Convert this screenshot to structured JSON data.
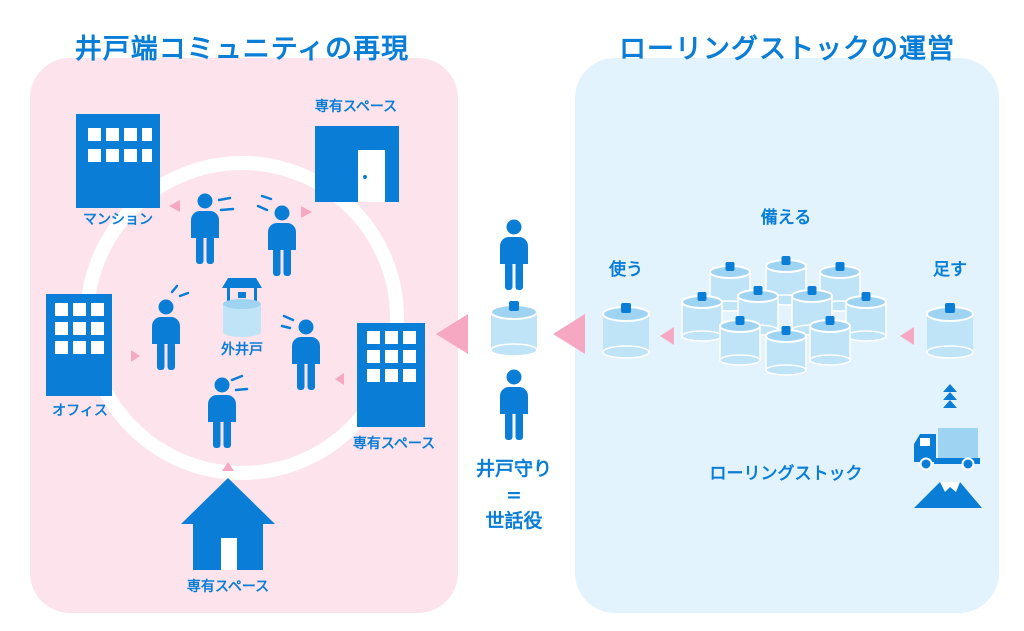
{
  "left_panel": {
    "title": "井戸端コミュニティの再現",
    "labels": {
      "mansion": "マンション",
      "private_space_top": "専有スペース",
      "office": "オフィス",
      "well": "外井戸",
      "private_space_right": "専有スペース",
      "private_space_bottom": "専有スペース"
    }
  },
  "middle": {
    "caretaker_line1": "井戸守り",
    "equals": "=",
    "caretaker_line2": "世話役"
  },
  "right_panel": {
    "title": "ローリングストックの運営",
    "labels": {
      "prepare": "備える",
      "use": "使う",
      "add": "足す",
      "rolling_stock": "ローリングストック"
    }
  },
  "colors": {
    "blue": "#0a7ed6",
    "pink_panel": "#fde4ec",
    "blue_panel": "#e3f3fd",
    "pink_arrow": "#f6a7c1",
    "tank_fill": "#bfe3f7"
  }
}
